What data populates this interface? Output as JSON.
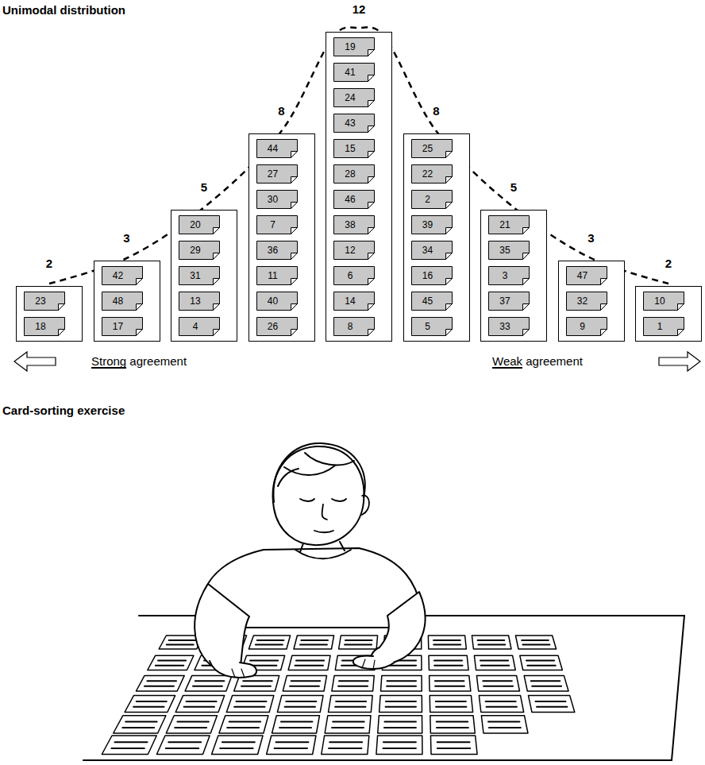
{
  "diagram": {
    "title": "Unimodal distribution",
    "nodes": [
      {
        "text": [
          "2"
        ]
      },
      {
        "text": [
          "23"
        ],
        "in": 0
      },
      {
        "text": [
          "18"
        ],
        "in": 0
      },
      {
        "text": [
          "3"
        ]
      },
      {
        "text": [
          "42"
        ],
        "in": 3
      },
      {
        "text": [
          "48"
        ],
        "in": 3
      },
      {
        "text": [
          "17"
        ],
        "in": 3
      },
      {
        "text": [
          "5"
        ]
      },
      {
        "text": [
          "20"
        ],
        "in": 7
      },
      {
        "text": [
          "29"
        ],
        "in": 7
      },
      {
        "text": [
          "31"
        ],
        "in": 7
      },
      {
        "text": [
          "13"
        ],
        "in": 7
      },
      {
        "text": [
          "4"
        ],
        "in": 7
      },
      {
        "text": [
          "8"
        ]
      },
      {
        "text": [
          "44"
        ],
        "in": 13
      },
      {
        "text": [
          "27"
        ],
        "in": 13
      },
      {
        "text": [
          "30"
        ],
        "in": 13
      },
      {
        "text": [
          "7"
        ],
        "in": 13
      },
      {
        "text": [
          "36"
        ],
        "in": 13
      },
      {
        "text": [
          "11"
        ],
        "in": 13
      },
      {
        "text": [
          "40"
        ],
        "in": 13
      },
      {
        "text": [
          "26"
        ],
        "in": 13
      },
      {
        "text": [
          "12"
        ]
      },
      {
        "text": [
          "19"
        ],
        "in": 22
      },
      {
        "text": [
          "41"
        ],
        "in": 22
      },
      {
        "text": [
          "24"
        ],
        "in": 22
      },
      {
        "text": [
          "43"
        ],
        "in": 22
      },
      {
        "text": [
          "15"
        ],
        "in": 22
      },
      {
        "text": [
          "28"
        ],
        "in": 22
      },
      {
        "text": [
          "46"
        ],
        "in": 22
      },
      {
        "text": [
          "38"
        ],
        "in": 22
      },
      {
        "text": [
          "12"
        ],
        "in": 22
      },
      {
        "text": [
          "6"
        ],
        "in": 22
      },
      {
        "text": [
          "14"
        ],
        "in": 22
      },
      {
        "text": [
          "8"
        ],
        "in": 22
      },
      {
        "text": [
          "8"
        ]
      },
      {
        "text": [
          "25"
        ],
        "in": 35
      },
      {
        "text": [
          "22"
        ],
        "in": 35
      },
      {
        "text": [
          "2"
        ],
        "in": 35
      },
      {
        "text": [
          "39"
        ],
        "in": 35
      },
      {
        "text": [
          "34"
        ],
        "in": 35
      },
      {
        "text": [
          "16"
        ],
        "in": 35
      },
      {
        "text": [
          "45"
        ],
        "in": 35
      },
      {
        "text": [
          "5"
        ],
        "in": 35
      },
      {
        "text": [
          "5"
        ]
      },
      {
        "text": [
          "21"
        ],
        "in": 44
      },
      {
        "text": [
          "35"
        ],
        "in": 44
      },
      {
        "text": [
          "3"
        ],
        "in": 44
      },
      {
        "text": [
          "37"
        ],
        "in": 44
      },
      {
        "text": [
          "33"
        ],
        "in": 44
      },
      {
        "text": [
          "3"
        ]
      },
      {
        "text": [
          "47"
        ],
        "in": 50
      },
      {
        "text": [
          "32"
        ],
        "in": 50
      },
      {
        "text": [
          "9"
        ],
        "in": 50
      },
      {
        "text": [
          "2"
        ]
      },
      {
        "text": [
          "10"
        ],
        "in": 54
      },
      {
        "text": [
          "1"
        ],
        "in": 54
      }
    ],
    "labels": [
      "Strong agreement",
      "Weak agreement",
      "Card-sorting exercise"
    ]
  }
}
